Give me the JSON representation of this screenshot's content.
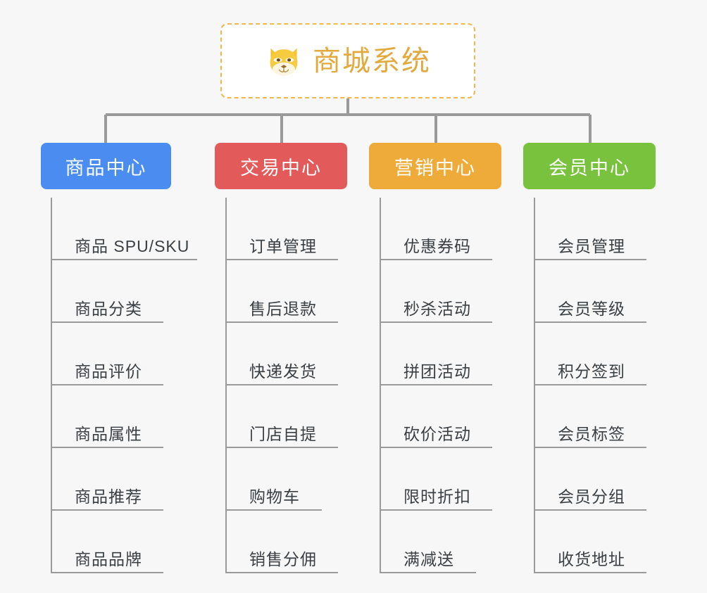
{
  "page": {
    "background_color": "#f7f7f7",
    "type": "mindmap"
  },
  "root": {
    "title": "商城系统",
    "icon": "shiba-dog-face-icon",
    "text_color": "#e2a93e",
    "border_color": "#f0b84a",
    "background_color": "#ffffff"
  },
  "connectors": {
    "color": "#9a9a9a"
  },
  "categories": [
    {
      "label": "商品中心",
      "color": "#4a8cf0",
      "items": [
        "商品 SPU/SKU",
        "商品分类",
        "商品评价",
        "商品属性",
        "商品推荐",
        "商品品牌"
      ]
    },
    {
      "label": "交易中心",
      "color": "#e25a5a",
      "items": [
        "订单管理",
        "售后退款",
        "快递发货",
        "门店自提",
        "购物车",
        "销售分佣"
      ]
    },
    {
      "label": "营销中心",
      "color": "#eeab39",
      "items": [
        "优惠券码",
        "秒杀活动",
        "拼团活动",
        "砍价活动",
        "限时折扣",
        "满减送"
      ]
    },
    {
      "label": "会员中心",
      "color": "#79c23e",
      "items": [
        "会员管理",
        "会员等级",
        "积分签到",
        "会员标签",
        "会员分组",
        "收货地址"
      ]
    }
  ]
}
